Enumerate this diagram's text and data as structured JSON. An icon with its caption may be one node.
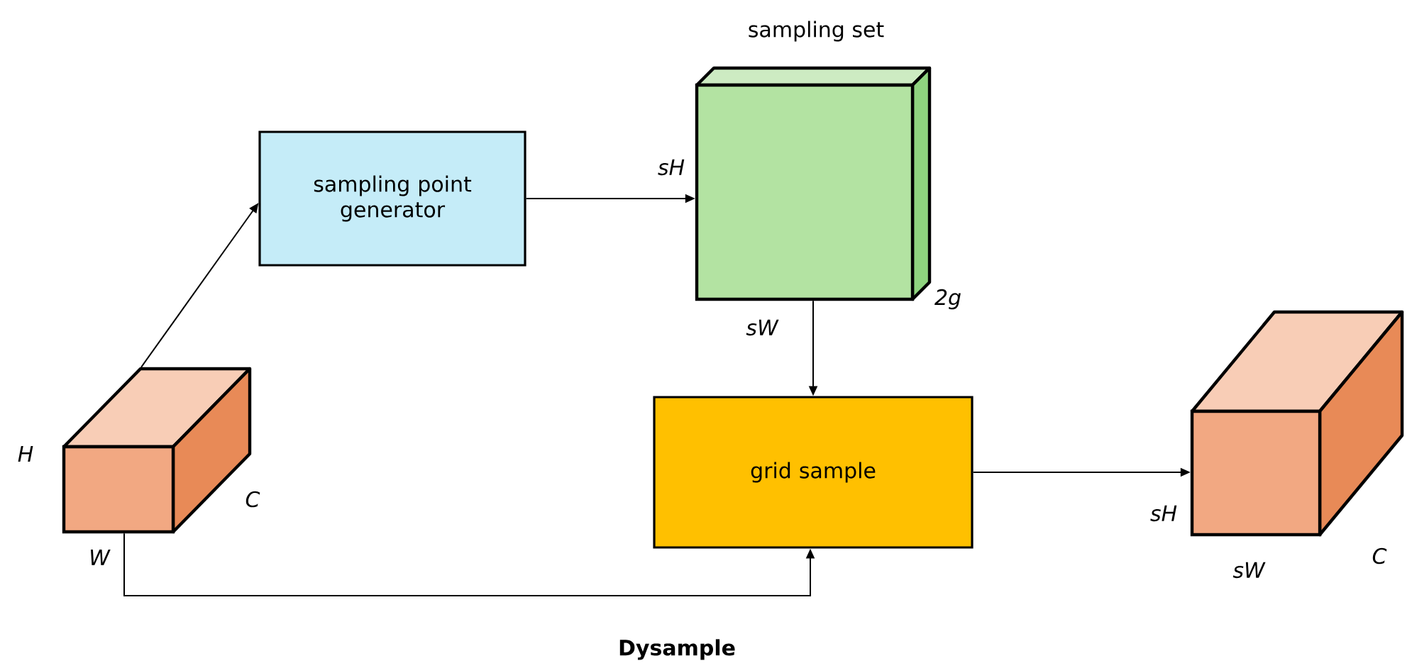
{
  "diagram": {
    "caption": "Dysample",
    "nodes": [
      {
        "text": [],
        "shape": "box",
        "beside": [
          "H",
          "W",
          "C"
        ]
      },
      {
        "text": [
          "sampling point generator"
        ]
      },
      {
        "text": [
          "sampling set"
        ],
        "beside": [
          "sH",
          "sW",
          "2g"
        ]
      },
      {
        "text": [
          "grid sample"
        ]
      },
      {
        "text": [],
        "shape": "box",
        "beside": [
          "sH",
          "sW",
          "C"
        ]
      }
    ],
    "edges": [
      {
        "from": 0,
        "to": 1,
        "arrow": "to"
      },
      {
        "from": 1,
        "to": 2,
        "arrow": "to"
      },
      {
        "from": 2,
        "to": 3,
        "arrow": "to"
      },
      {
        "from": 0,
        "to": 3,
        "arrow": "to"
      },
      {
        "from": 3,
        "to": 4,
        "arrow": "to"
      }
    ]
  }
}
